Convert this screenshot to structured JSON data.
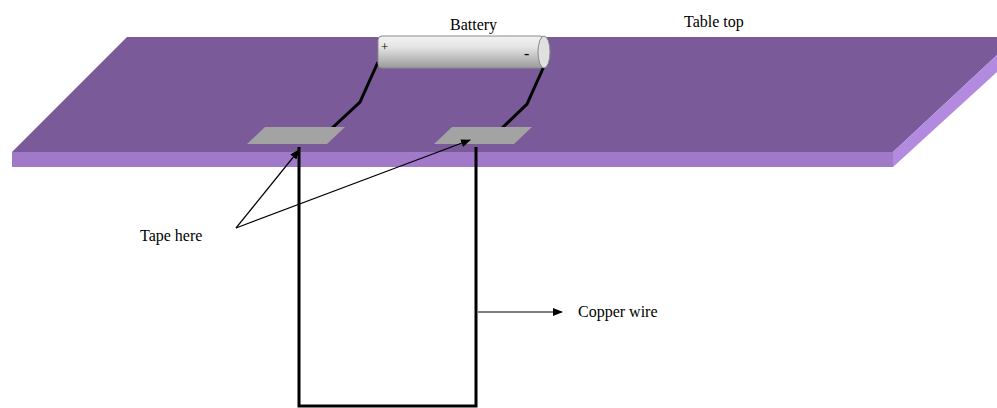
{
  "diagram": {
    "nodes": [
      {
        "text": [
          "Battery",
          "+",
          "-"
        ]
      }
    ],
    "labels": [
      "Table top",
      "Tape here",
      "Copper wire"
    ]
  }
}
